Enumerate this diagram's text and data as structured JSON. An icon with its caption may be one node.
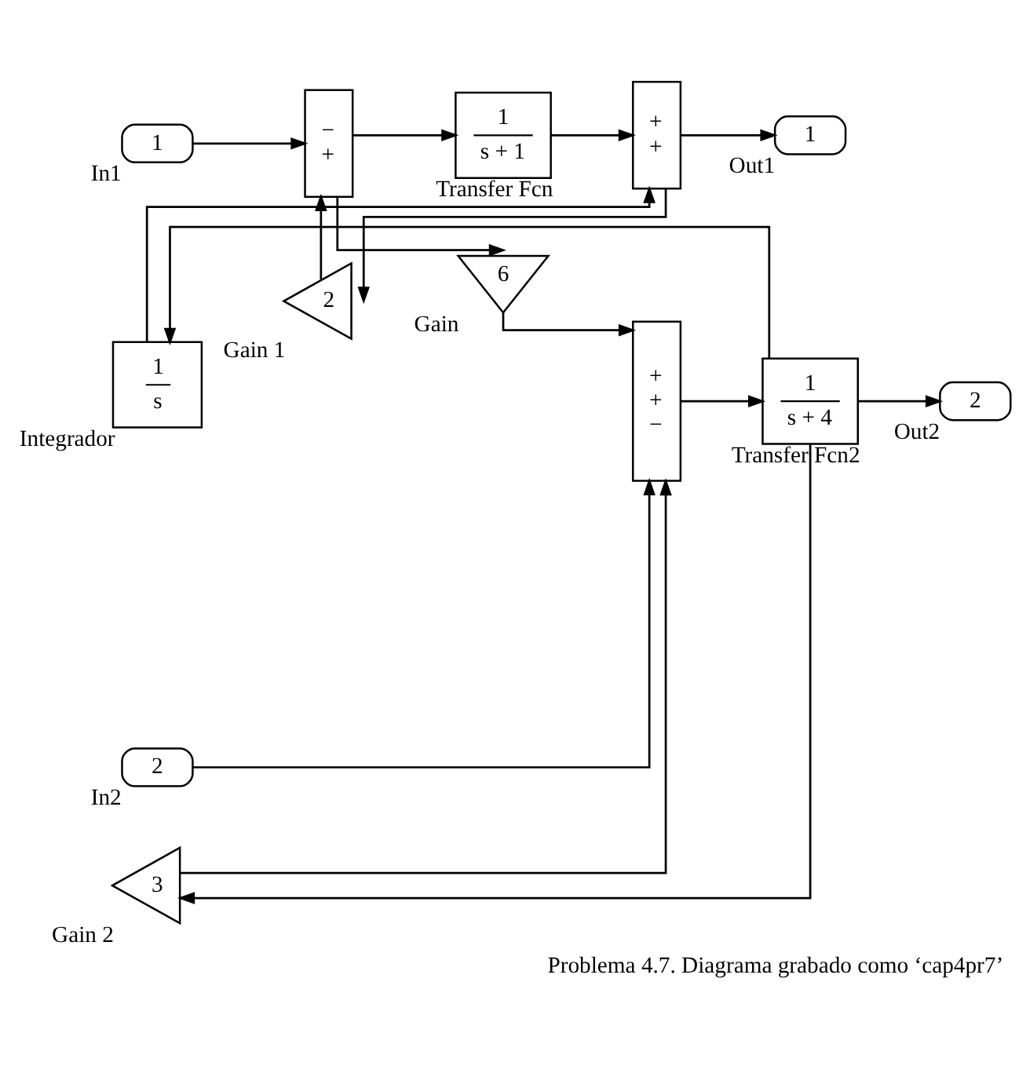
{
  "diagram": {
    "caption": "Problema 4.7. Diagrama grabado como ‘cap4pr7’",
    "nodes": [
      {
        "text": [
          "1"
        ],
        "beside": [
          "In1"
        ]
      },
      {
        "text": [
          "2"
        ],
        "beside": [
          "In2"
        ]
      },
      {
        "text": [
          "−",
          "+"
        ]
      },
      {
        "text": [
          "1",
          "s + 1"
        ],
        "beside": [
          "Transfer Fcn"
        ]
      },
      {
        "text": [
          "2"
        ],
        "beside": [
          "Gain 1"
        ]
      },
      {
        "text": [
          "+",
          "+"
        ]
      },
      {
        "text": [
          "1"
        ],
        "beside": [
          "Out1"
        ]
      },
      {
        "text": [
          "6"
        ],
        "beside": [
          "Gain"
        ]
      },
      {
        "text": [
          "1",
          "s"
        ],
        "beside": [
          "Integrador"
        ]
      },
      {
        "text": [
          "+",
          "+",
          "−"
        ]
      },
      {
        "text": [
          "1",
          "s + 4"
        ],
        "beside": [
          "Transfer Fcn2"
        ]
      },
      {
        "text": [
          "2"
        ],
        "beside": [
          "Out2"
        ]
      },
      {
        "text": [
          "3"
        ],
        "beside": [
          "Gain 2"
        ]
      }
    ],
    "edges": [
      {
        "from": 0,
        "to": 2,
        "arrow": "to"
      },
      {
        "from": 2,
        "to": 3,
        "arrow": "to"
      },
      {
        "from": 2,
        "to": 7,
        "arrow": "to"
      },
      {
        "from": 3,
        "to": 5,
        "arrow": "to"
      },
      {
        "from": 5,
        "to": 6,
        "arrow": "to"
      },
      {
        "from": 5,
        "to": 4,
        "arrow": "to"
      },
      {
        "from": 4,
        "to": 2,
        "arrow": "to"
      },
      {
        "from": 8,
        "to": 5,
        "arrow": "to"
      },
      {
        "from": 7,
        "to": 9,
        "arrow": "to"
      },
      {
        "from": 1,
        "to": 9,
        "arrow": "to"
      },
      {
        "from": 9,
        "to": 10,
        "arrow": "to"
      },
      {
        "from": 10,
        "to": 11,
        "arrow": "to"
      },
      {
        "from": 10,
        "to": 8,
        "arrow": "to"
      },
      {
        "from": 10,
        "to": 12,
        "arrow": "to"
      },
      {
        "from": 12,
        "to": 9,
        "arrow": "to"
      }
    ]
  }
}
